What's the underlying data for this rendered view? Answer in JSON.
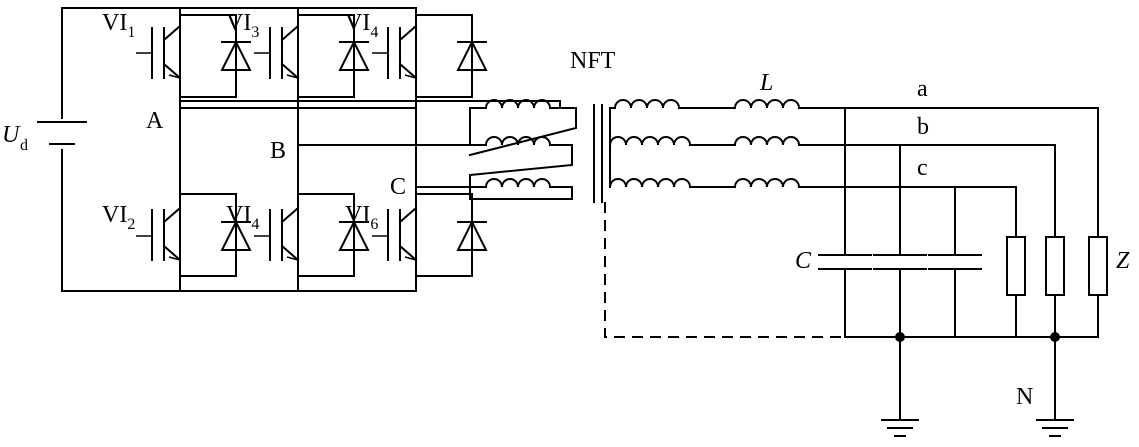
{
  "labels": {
    "source": "U",
    "source_sub": "d",
    "node_a": "A",
    "node_b": "B",
    "node_c": "C",
    "transformer": "NFT",
    "inductor": "L",
    "capacitor": "C",
    "load": "Z",
    "phase_a": "a",
    "phase_b": "b",
    "phase_c": "c",
    "neutral": "N"
  },
  "switches": [
    {
      "prefix": "VI",
      "sub": "1"
    },
    {
      "prefix": "VI",
      "sub": "3"
    },
    {
      "prefix": "VI",
      "sub": "4"
    },
    {
      "prefix": "VI",
      "sub": "2"
    },
    {
      "prefix": "VI",
      "sub": "4"
    },
    {
      "prefix": "VI",
      "sub": "6"
    }
  ]
}
